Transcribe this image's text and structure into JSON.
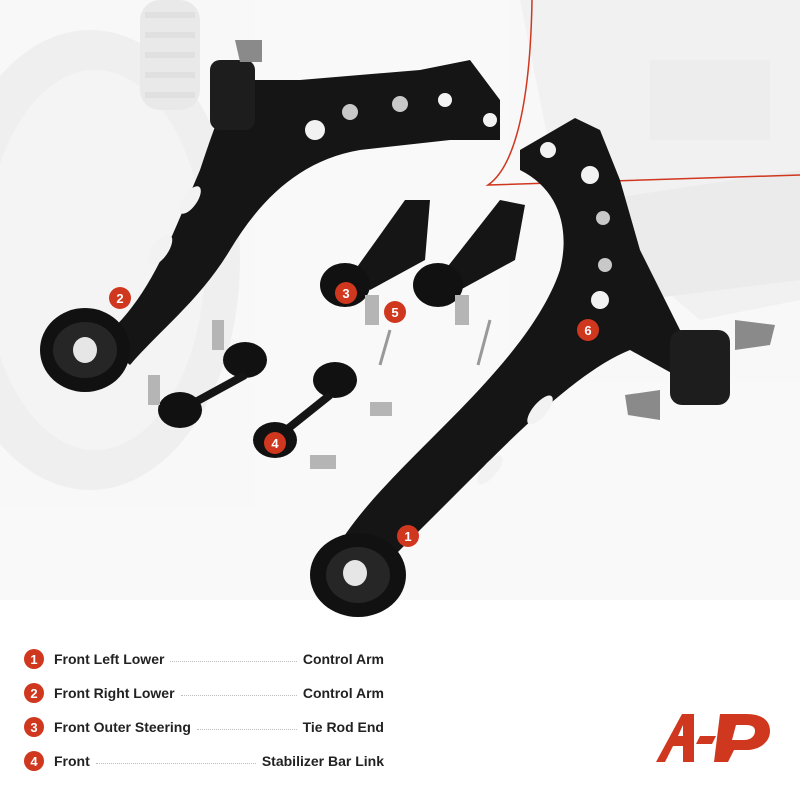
{
  "callouts": [
    "1",
    "2",
    "3",
    "4",
    "5",
    "6"
  ],
  "legend": [
    {
      "num": "1",
      "left": "Front Left Lower",
      "right": "Control Arm"
    },
    {
      "num": "2",
      "left": "Front Right Lower",
      "right": "Control Arm"
    },
    {
      "num": "3",
      "left": "Front Outer Steering",
      "right": "Tie Rod End"
    },
    {
      "num": "4",
      "left": "Front",
      "right": "Stabilizer Bar Link"
    }
  ],
  "colors": {
    "accent": "#d0371f",
    "part": "#151515",
    "background_tint": "#eeeeee"
  },
  "logo": "a-premium-logo"
}
